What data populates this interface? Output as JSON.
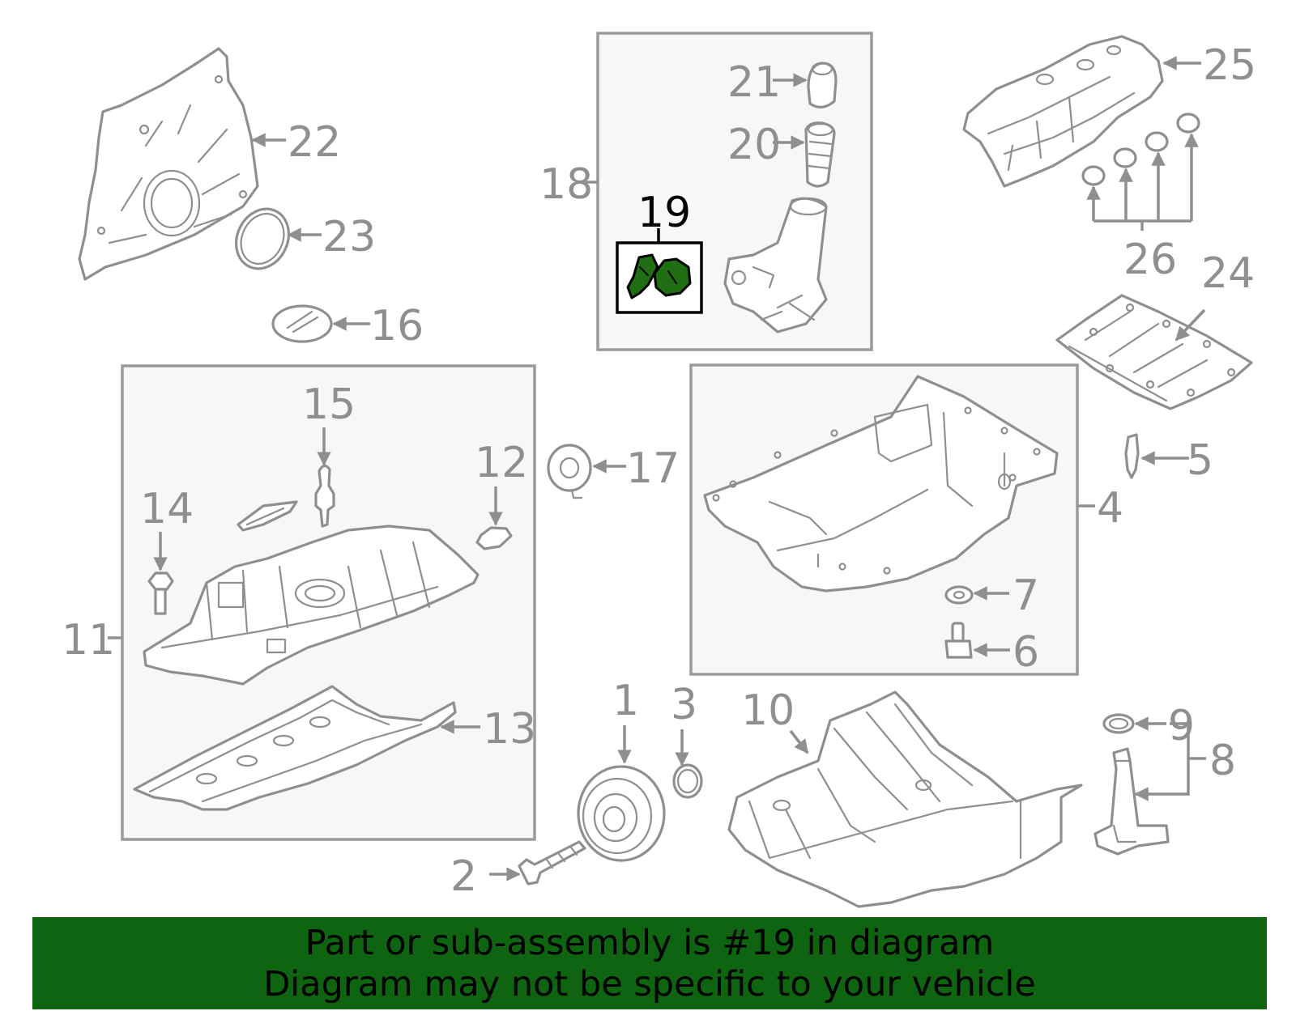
{
  "callouts": {
    "c1": "1",
    "c2": "2",
    "c3": "3",
    "c4": "4",
    "c5": "5",
    "c6": "6",
    "c7": "7",
    "c8": "8",
    "c9": "9",
    "c10": "10",
    "c11": "11",
    "c12": "12",
    "c13": "13",
    "c14": "14",
    "c15": "15",
    "c16": "16",
    "c17": "17",
    "c18": "18",
    "c19": "19",
    "c20": "20",
    "c21": "21",
    "c22": "22",
    "c23": "23",
    "c24": "24",
    "c25": "25",
    "c26": "26"
  },
  "highlight_color": "#1f6e12",
  "banner": {
    "color": "#0e6410",
    "line1": "Part or sub-assembly is #19 in diagram",
    "line2": "Diagram may not be specific to your vehicle"
  }
}
